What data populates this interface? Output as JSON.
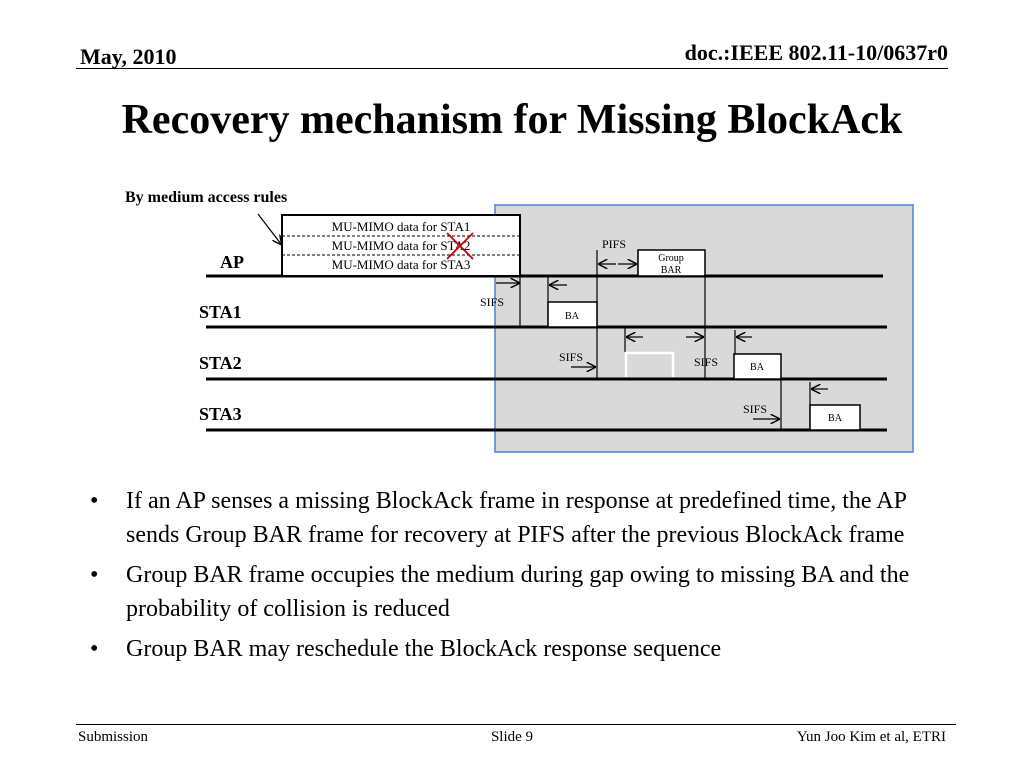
{
  "header": {
    "date": "May, 2010",
    "doc_id": "doc.:IEEE 802.11-10/0637r0"
  },
  "slide_title": "Recovery mechanism for Missing BlockAck",
  "diagram": {
    "caption": "By medium access rules",
    "stations": [
      "AP",
      "STA1",
      "STA2",
      "STA3"
    ],
    "mu_frames": [
      "MU-MIMO data for STA1",
      "MU-MIMO data for STA2",
      "MU-MIMO data for STA3"
    ],
    "pifs_label": "PIFS",
    "group_bar_label": [
      "Group",
      "BAR"
    ],
    "sifs_label": "SIFS",
    "ba_label": "BA",
    "colors": {
      "highlight_fill": "#d9d9d9",
      "highlight_border": "#4a7fd8",
      "cross": "#cc0000"
    }
  },
  "bullets": [
    "If an AP senses a missing BlockAck frame in response at predefined time, the AP sends Group BAR frame for recovery at PIFS after the previous BlockAck frame",
    "Group BAR frame occupies the medium during gap owing to missing BA and the probability of collision is reduced",
    "Group BAR may reschedule the BlockAck response sequence"
  ],
  "footer": {
    "left": "Submission",
    "center": "Slide 9",
    "right": "Yun Joo Kim et al, ETRI"
  }
}
